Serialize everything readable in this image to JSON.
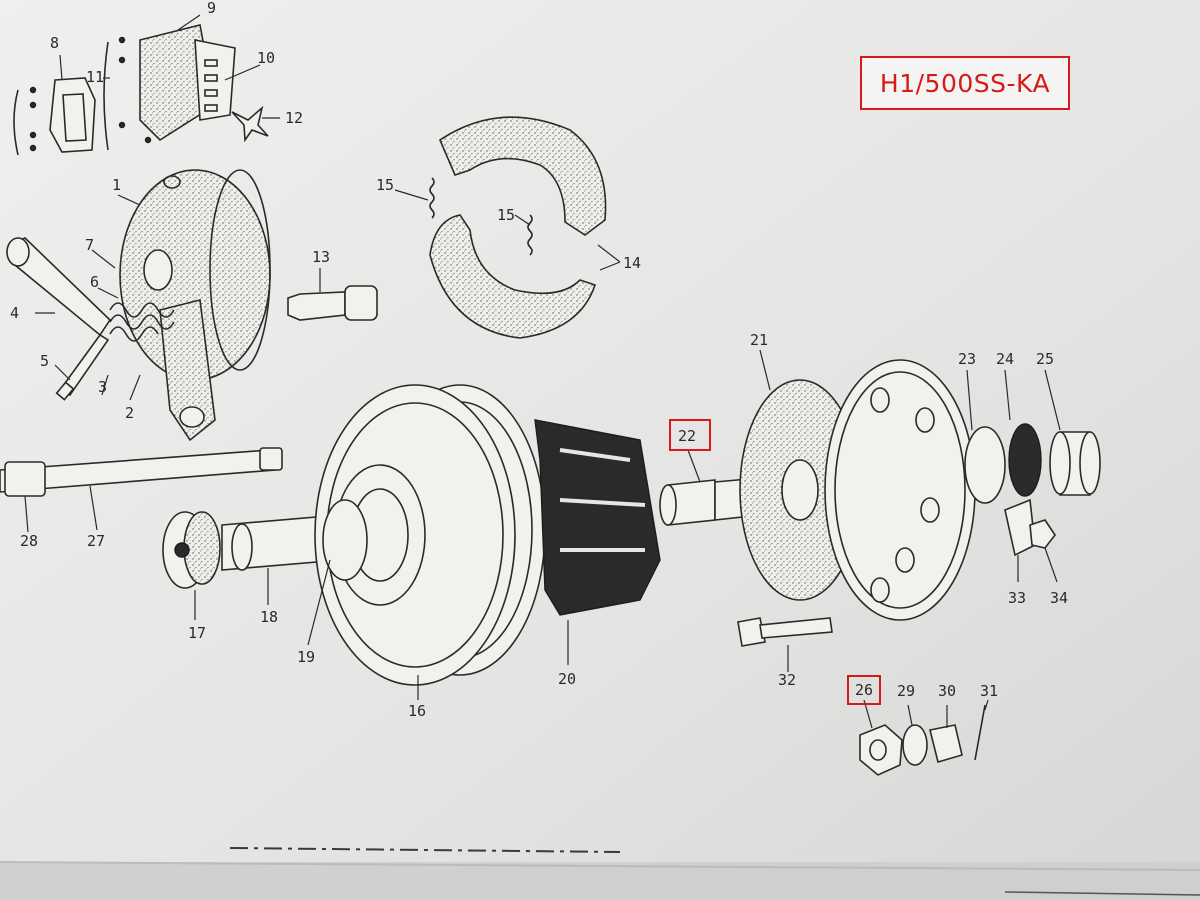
{
  "model_label": "H1/500SS-KA",
  "part_numbers": {
    "p1": "1",
    "p2": "2",
    "p3": "3",
    "p4": "4",
    "p5": "5",
    "p6": "6",
    "p7": "7",
    "p8": "8",
    "p9": "9",
    "p10": "10",
    "p11": "11",
    "p12": "12",
    "p13": "13",
    "p14": "14",
    "p15a": "15",
    "p15b": "15",
    "p16": "16",
    "p17": "17",
    "p18": "18",
    "p19": "19",
    "p20": "20",
    "p21": "21",
    "p22": "22",
    "p23": "23",
    "p24": "24",
    "p25": "25",
    "p26": "26",
    "p27": "27",
    "p28": "28",
    "p29": "29",
    "p30": "30",
    "p31": "31",
    "p32": "32",
    "p33": "33",
    "p34": "34"
  },
  "highlighted_parts": [
    "22",
    "26"
  ],
  "colors": {
    "paper": "#e6e6e4",
    "ink": "#2a2a2a",
    "highlight": "#d61a1a"
  }
}
